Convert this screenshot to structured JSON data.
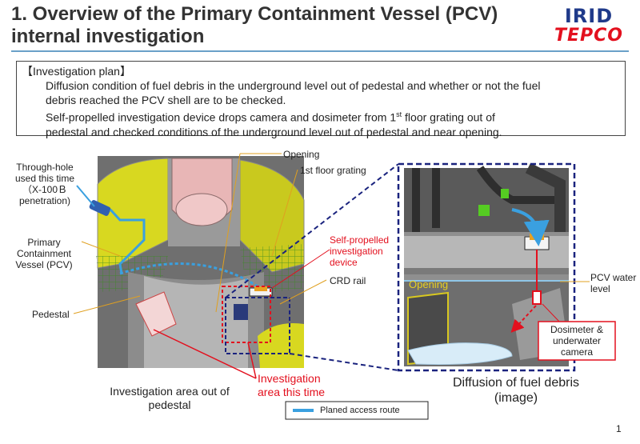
{
  "header": {
    "title_line1": "1. Overview of the Primary Containment Vessel (PCV)",
    "title_line2": "internal investigation",
    "logo_top": "IRID",
    "logo_bottom": "TEPCO"
  },
  "plan": {
    "heading": "【Investigation plan】",
    "line1": "Diffusion condition of fuel debris in the underground level out of pedestal and whether or not the fuel",
    "line2": "debris reached the PCV shell are to be checked.",
    "line3_pre": "Self-propelled investigation device drops camera and dosimeter from 1",
    "line3_sup": "st",
    "line3_post": " floor grating out of",
    "line4": "pedestal and checked conditions of the underground level out of pedestal and near opening."
  },
  "labels": {
    "through_hole_1": "Through-hole",
    "through_hole_2": "used this time",
    "through_hole_3": "（X-100Ｂ",
    "through_hole_4": "penetration)",
    "pcv_1": "Primary",
    "pcv_2": "Containment",
    "pcv_3": "Vessel (PCV)",
    "pedestal": "Pedestal",
    "opening": "Opening",
    "grating": "1st floor grating",
    "device_1": "Self-propelled",
    "device_2": "investigation",
    "device_3": "device",
    "crd_rail": "CRD rail",
    "inv_area_1": "Investigation",
    "inv_area_2": "area this time",
    "inv_out_1": "Investigation area out of",
    "inv_out_2": "pedestal",
    "opening_right": "Opening",
    "pcv_water_1": "PCV water",
    "pcv_water_2": "level",
    "dosimeter_1": "Dosimeter &",
    "dosimeter_2": "underwater",
    "dosimeter_3": "camera",
    "diffusion_1": "Diffusion of fuel debris",
    "diffusion_2": "(image)",
    "legend": "Planed access route",
    "page_number": "1"
  },
  "colors": {
    "title": "#333333",
    "accent_red": "#e3101e",
    "route_blue": "#3aa0e0",
    "frame_navy": "#1a237e",
    "leader_orange": "#e0a020",
    "irid_blue": "#1f3a8a"
  }
}
